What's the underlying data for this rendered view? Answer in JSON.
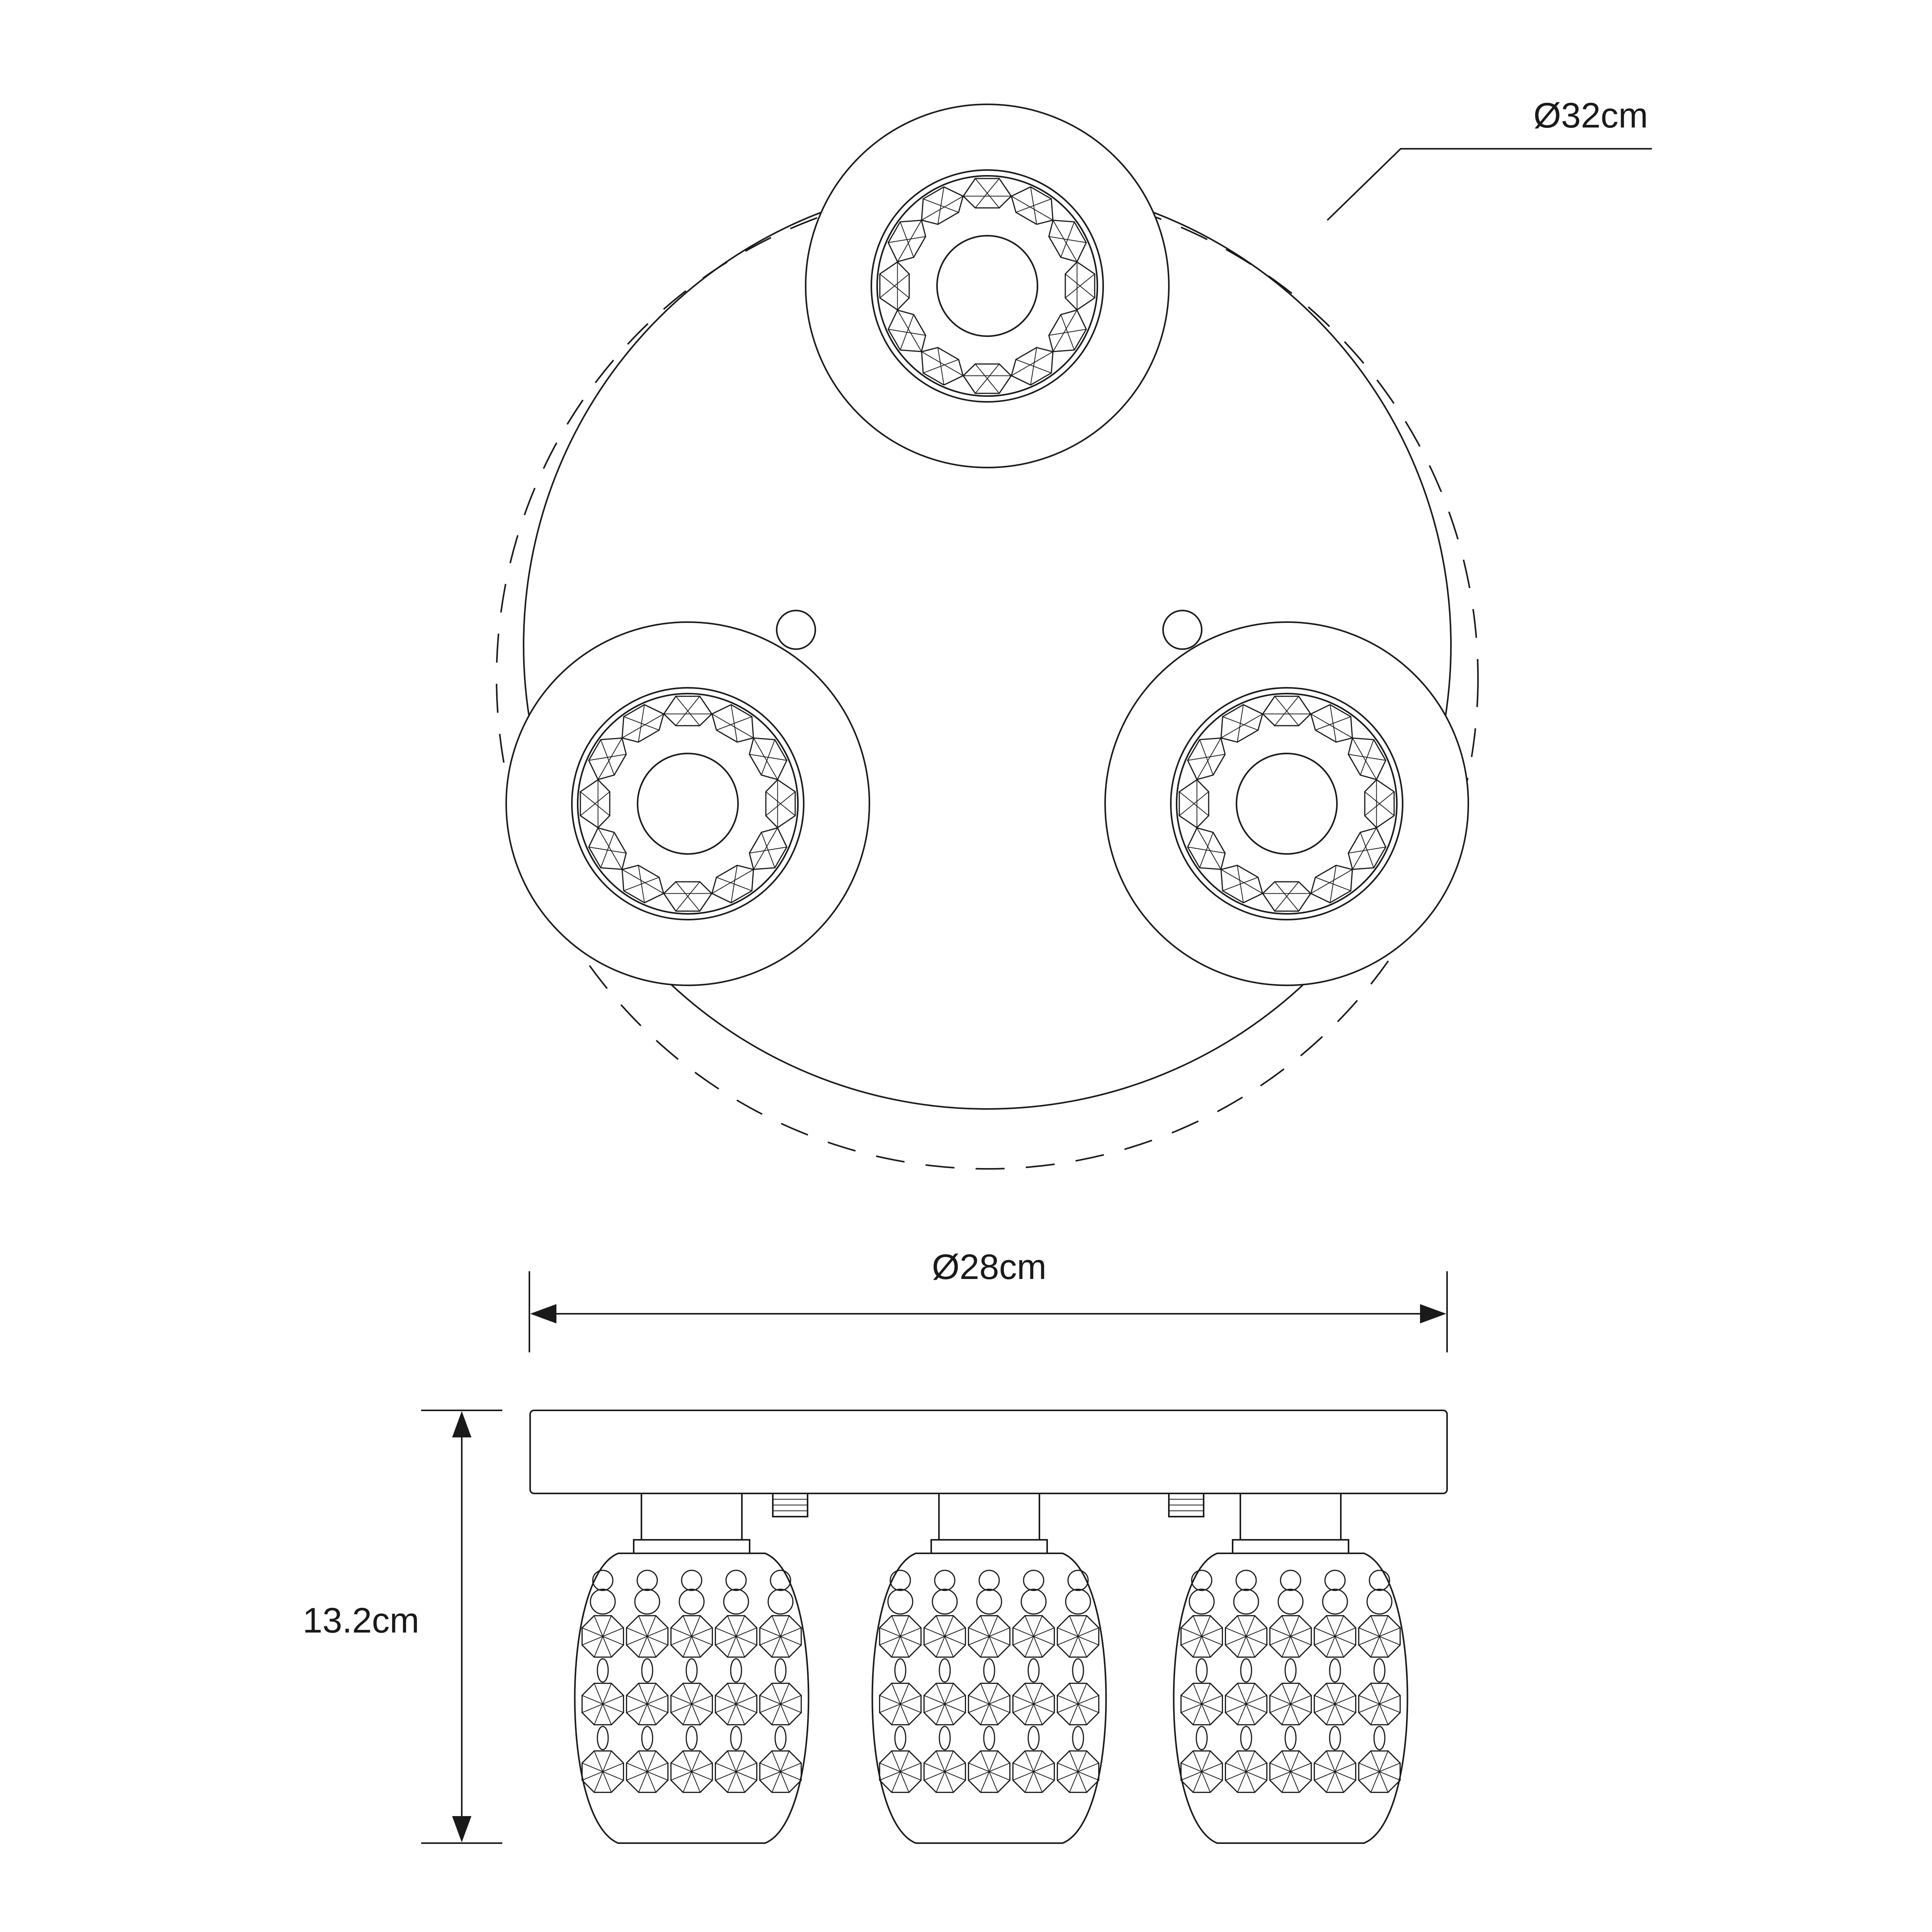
{
  "labels": {
    "outer_diameter": "Ø32cm",
    "base_diameter": "Ø28cm",
    "height": "13.2cm"
  },
  "colors": {
    "line": "#1a1a1a",
    "background": "#ffffff"
  }
}
